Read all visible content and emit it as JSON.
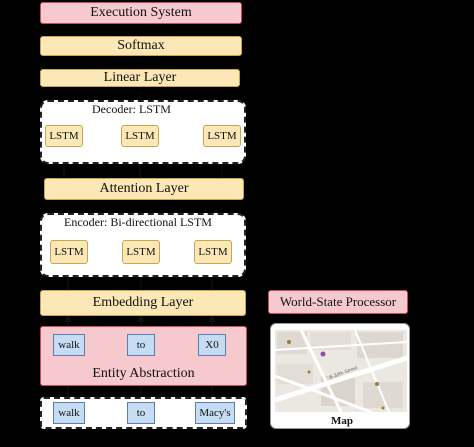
{
  "execution_system": "Execution System",
  "softmax": "Softmax",
  "linear_layer": "Linear Layer",
  "decoder": {
    "title": "Decoder: LSTM",
    "cells": [
      "LSTM",
      "LSTM",
      "LSTM"
    ]
  },
  "attention_layer": "Attention Layer",
  "encoder": {
    "title": "Encoder: Bi-directional LSTM",
    "cells": [
      "LSTM",
      "LSTM",
      "LSTM"
    ]
  },
  "embedding_layer": "Embedding Layer",
  "entity_abstraction": {
    "title": "Entity Abstraction",
    "tokens": [
      "walk",
      "to",
      "X0"
    ]
  },
  "input_tokens": [
    "walk",
    "to",
    "Macy's"
  ],
  "world_state_processor": "World-State Processor",
  "map": {
    "label": "Map",
    "street_label": "E 34th Street"
  },
  "colors": {
    "yellow": "#fbe8b6",
    "pink": "#f6c9cf",
    "blue": "#c5dcf3"
  }
}
